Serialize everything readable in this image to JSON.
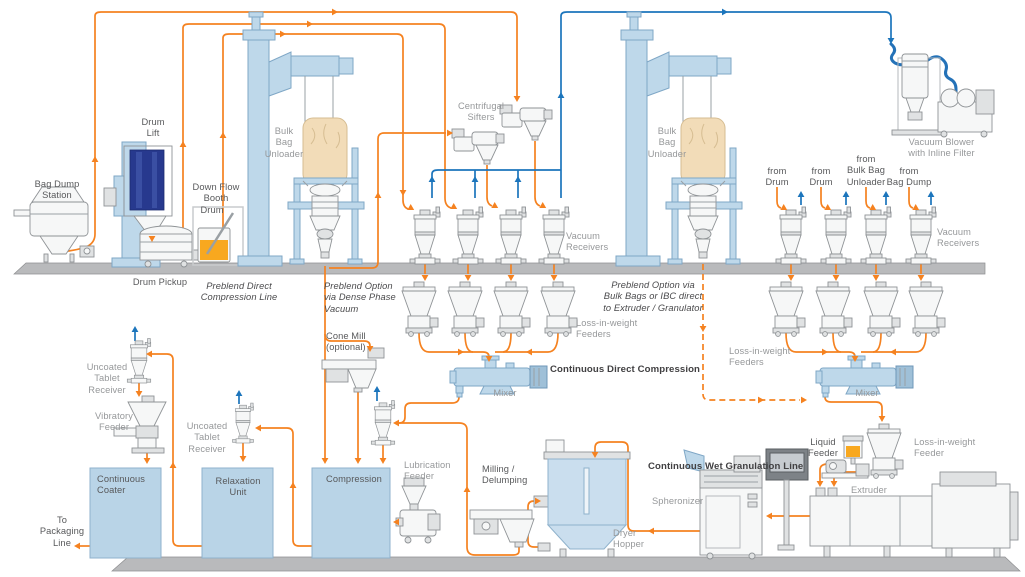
{
  "diagram": {
    "colors": {
      "line_orange": "#F58220",
      "line_blue": "#1C75BC",
      "equipment_blue": "#BED8EA",
      "box_blue": "#B9D4E7",
      "bag_tan": "#F2DCB8",
      "content_orange": "#F8A81F",
      "drum_navy": "#27398E",
      "floor_gray": "#B9BABC",
      "text_dark": "#58595B",
      "text_gray": "#96989A"
    },
    "labels": {
      "bag_dump_station": "Bag Dump\nStation",
      "drum_lift": "Drum\nLift",
      "down_flow_booth": "Down Flow\nBooth",
      "drum": "Drum",
      "drum_pickup": "Drum Pickup",
      "bulk_bag_unloader": "Bulk\nBag\nUnloader",
      "preblend_direct": "Preblend Direct\nCompression Line",
      "preblend_dense": "Preblend Option\nvia Dense Phase\nVacuum",
      "preblend_bulk": "Preblend Option via\nBulk Bags or IBC direct\nto Extruder / Granulator",
      "cone_mill": "Cone Mill\n(optional)",
      "centrifugal_sifters": "Centrifugal\nSifters",
      "vacuum_receivers": "Vacuum\nReceivers",
      "liw_feeders": "Loss-in-weight\nFeeders",
      "liw_feeder": "Loss-in-weight\nFeeder",
      "continuous_direct_compression": "Continuous Direct Compression",
      "continuous_wet_granulation": "Continuous Wet Granulation Line",
      "mixer": "Mixer",
      "from_drum": "from\nDrum",
      "from_bulk_bag_unloader": "from\nBulk Bag\nUnloader",
      "from_bag_dump": "from\nBag Dump",
      "vacuum_blower": "Vacuum Blower\nwith Inline Filter",
      "liquid_feeder": "Liquid\nFeeder",
      "uncoated_tablet_receiver": "Uncoated\nTablet\nReceiver",
      "vibratory_feeder": "Vibratory\nFeeder",
      "continuous_coater": "Continuous\nCoater",
      "to_packaging_line": "To\nPackaging\nLine",
      "relaxation_unit": "Relaxation\nUnit",
      "compression": "Compression",
      "lubrication_feeder": "Lubrication\nFeeder",
      "milling_delumping": "Milling /\nDelumping",
      "dryer_hopper": "Dryer\nHopper",
      "spheronizer": "Spheronizer",
      "extruder": "Extruder"
    }
  }
}
